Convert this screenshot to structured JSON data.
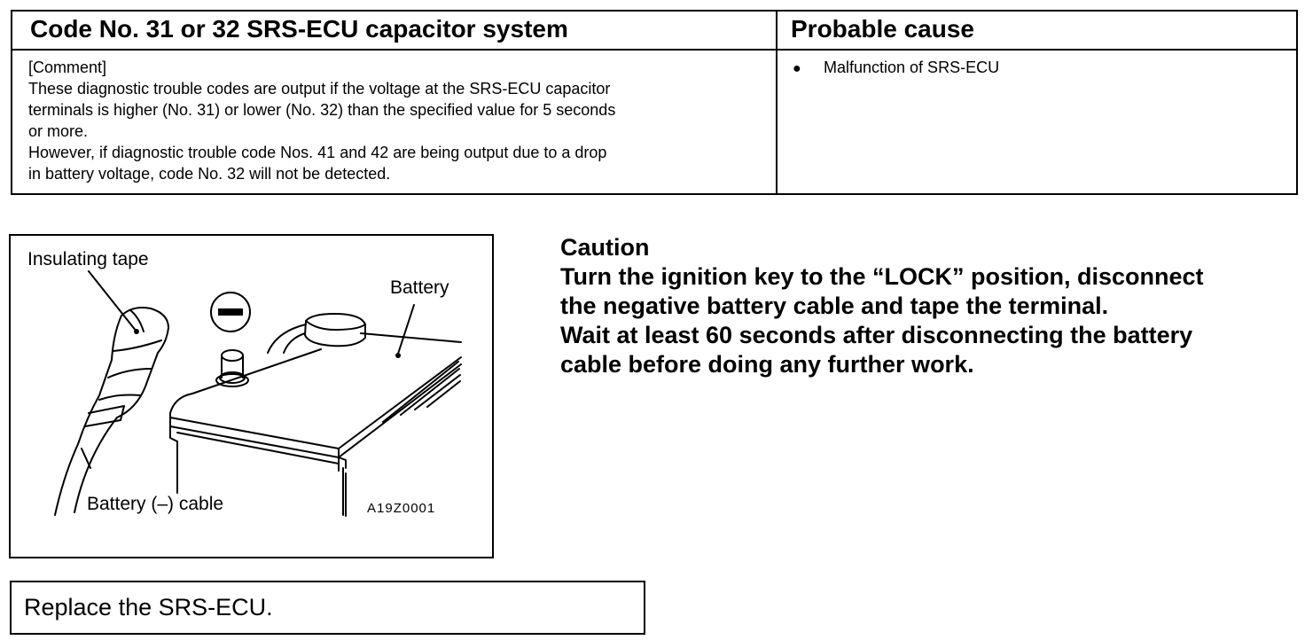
{
  "code_table": {
    "header_left": "Code No. 31 or 32 SRS-ECU capacitor system",
    "header_right": "Probable cause",
    "comment_lines": [
      "[Comment]",
      "These diagnostic trouble codes are output if the voltage at the SRS-ECU capacitor",
      "terminals is higher (No. 31) or lower (No. 32) than the specified value for 5 seconds",
      "or more.",
      "However, if diagnostic trouble code Nos. 41 and 42 are being output due to a drop",
      "in battery voltage, code No. 32 will not be detected."
    ],
    "probable_cause": {
      "bullet": "●",
      "text": "Malfunction of SRS-ECU"
    }
  },
  "figure": {
    "label_insulating_tape": "Insulating tape",
    "label_battery": "Battery",
    "label_battery_cable": "Battery (–) cable",
    "figure_id": "A19Z0001",
    "negative_symbol": "minus-circle-icon"
  },
  "caution": {
    "title": "Caution",
    "lines": [
      "Turn the ignition key to the “LOCK” position, disconnect",
      "the negative battery cable and tape the terminal.",
      "Wait at least 60 seconds after disconnecting the battery",
      "cable before doing any further work."
    ]
  },
  "remedy": {
    "text": "Replace the SRS-ECU."
  }
}
